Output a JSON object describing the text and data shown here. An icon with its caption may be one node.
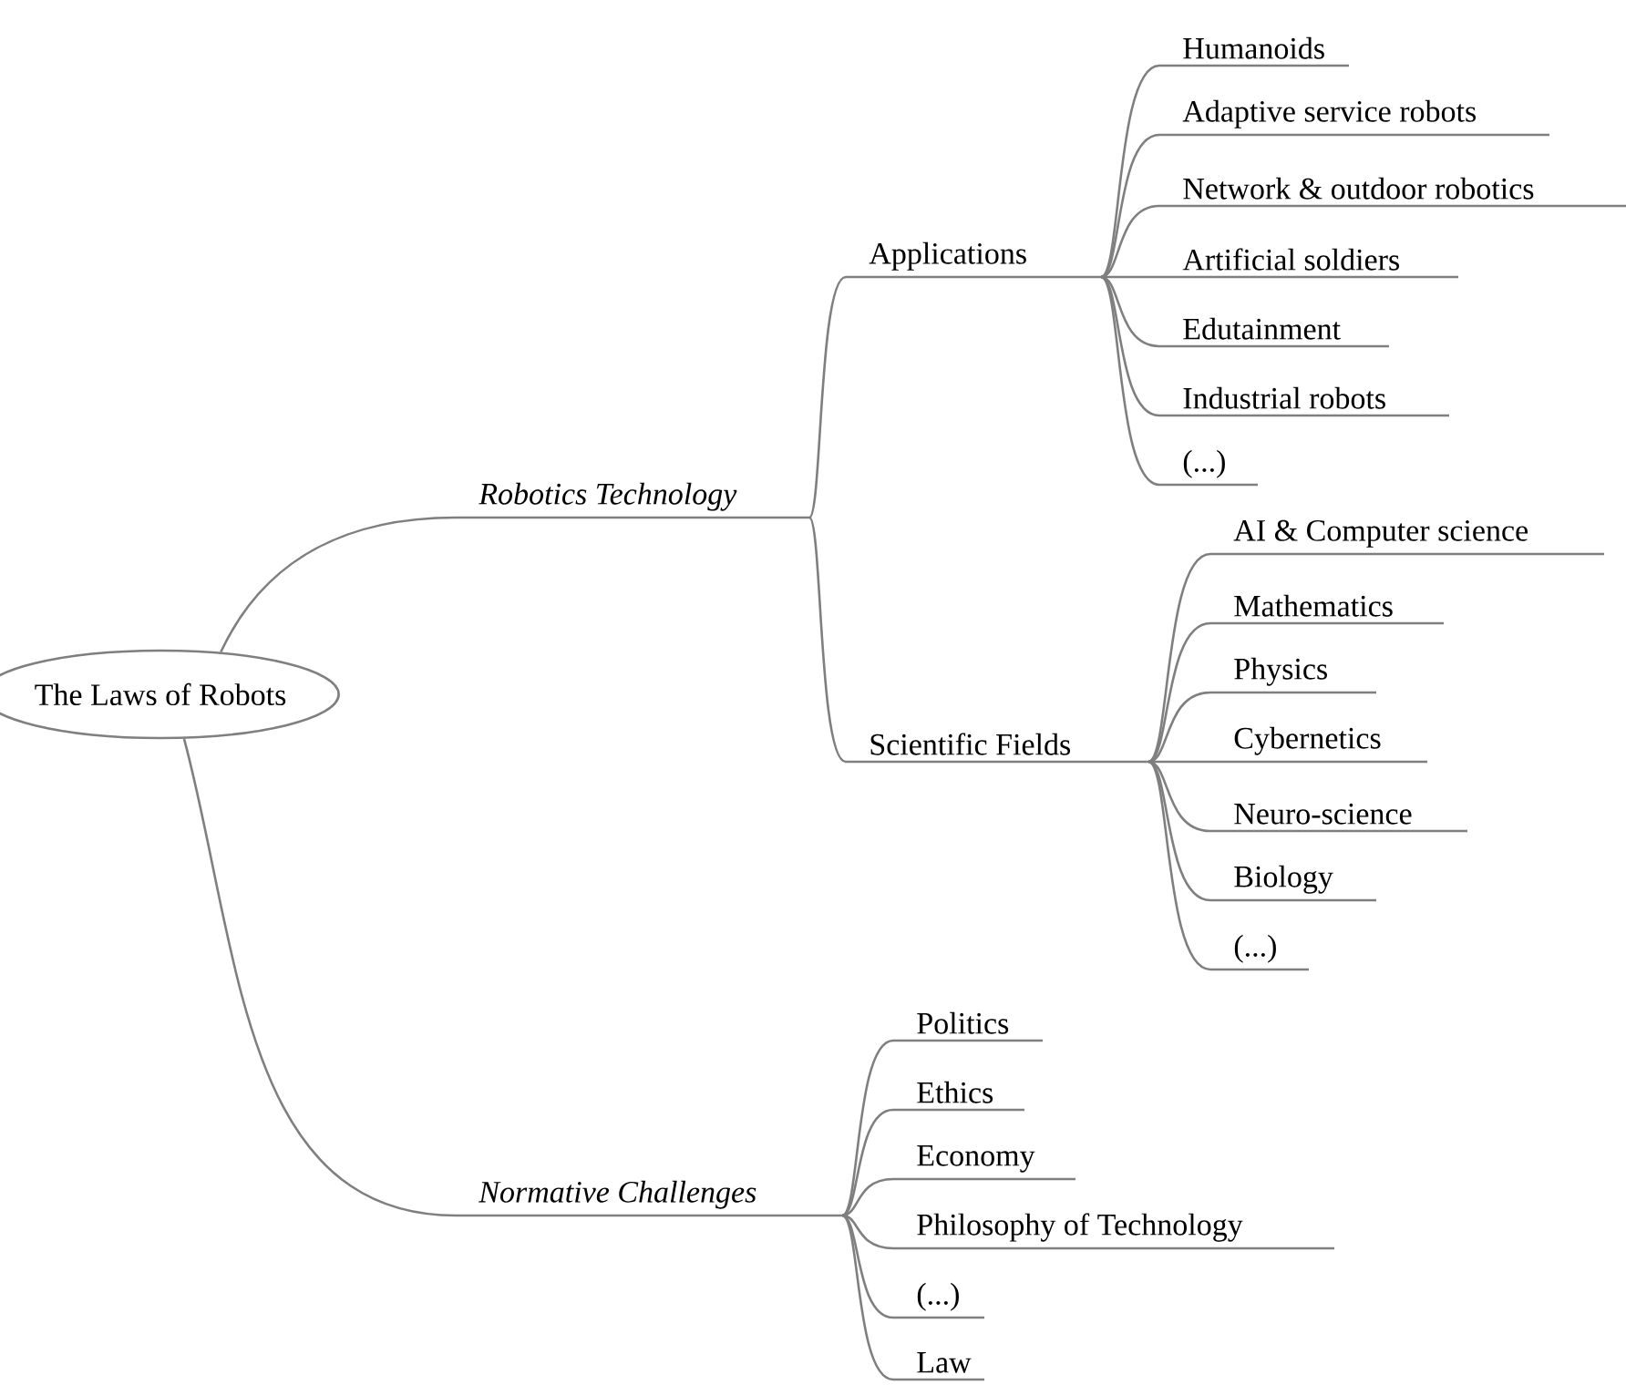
{
  "diagram": {
    "nodes": [
      {
        "text": [
          "The Laws of Robots"
        ]
      },
      {
        "text": [
          "Robotics Technology"
        ]
      },
      {
        "text": [
          "Applications"
        ]
      },
      {
        "text": [
          "Humanoids"
        ]
      },
      {
        "text": [
          "Adaptive service robots"
        ]
      },
      {
        "text": [
          "Network & outdoor robotics"
        ]
      },
      {
        "text": [
          "Artificial soldiers"
        ]
      },
      {
        "text": [
          "Edutainment"
        ]
      },
      {
        "text": [
          "Industrial robots"
        ]
      },
      {
        "text": [
          "(...)"
        ]
      },
      {
        "text": [
          "Scientific Fields"
        ]
      },
      {
        "text": [
          "AI & Computer science"
        ]
      },
      {
        "text": [
          "Mathematics"
        ]
      },
      {
        "text": [
          "Physics"
        ]
      },
      {
        "text": [
          "Cybernetics"
        ]
      },
      {
        "text": [
          "Neuro-science"
        ]
      },
      {
        "text": [
          "Biology"
        ]
      },
      {
        "text": [
          "(...)"
        ]
      },
      {
        "text": [
          "Normative Challenges"
        ]
      },
      {
        "text": [
          "Politics"
        ]
      },
      {
        "text": [
          "Ethics"
        ]
      },
      {
        "text": [
          "Economy"
        ]
      },
      {
        "text": [
          "Philosophy of Technology"
        ]
      },
      {
        "text": [
          "(...)"
        ]
      },
      {
        "text": [
          "Law"
        ]
      }
    ],
    "edges": [
      {
        "from": 0,
        "to": 1,
        "arrow": "none"
      },
      {
        "from": 1,
        "to": 2,
        "arrow": "none"
      },
      {
        "from": 2,
        "to": 3,
        "arrow": "none"
      },
      {
        "from": 2,
        "to": 4,
        "arrow": "none"
      },
      {
        "from": 2,
        "to": 5,
        "arrow": "none"
      },
      {
        "from": 2,
        "to": 6,
        "arrow": "none"
      },
      {
        "from": 2,
        "to": 7,
        "arrow": "none"
      },
      {
        "from": 2,
        "to": 8,
        "arrow": "none"
      },
      {
        "from": 2,
        "to": 9,
        "arrow": "none"
      },
      {
        "from": 1,
        "to": 10,
        "arrow": "none"
      },
      {
        "from": 10,
        "to": 11,
        "arrow": "none"
      },
      {
        "from": 10,
        "to": 12,
        "arrow": "none"
      },
      {
        "from": 10,
        "to": 13,
        "arrow": "none"
      },
      {
        "from": 10,
        "to": 14,
        "arrow": "none"
      },
      {
        "from": 10,
        "to": 15,
        "arrow": "none"
      },
      {
        "from": 10,
        "to": 16,
        "arrow": "none"
      },
      {
        "from": 10,
        "to": 17,
        "arrow": "none"
      },
      {
        "from": 0,
        "to": 18,
        "arrow": "none"
      },
      {
        "from": 18,
        "to": 19,
        "arrow": "none"
      },
      {
        "from": 18,
        "to": 20,
        "arrow": "none"
      },
      {
        "from": 18,
        "to": 21,
        "arrow": "none"
      },
      {
        "from": 18,
        "to": 22,
        "arrow": "none"
      },
      {
        "from": 18,
        "to": 23,
        "arrow": "none"
      },
      {
        "from": 18,
        "to": 24,
        "arrow": "none"
      }
    ]
  }
}
